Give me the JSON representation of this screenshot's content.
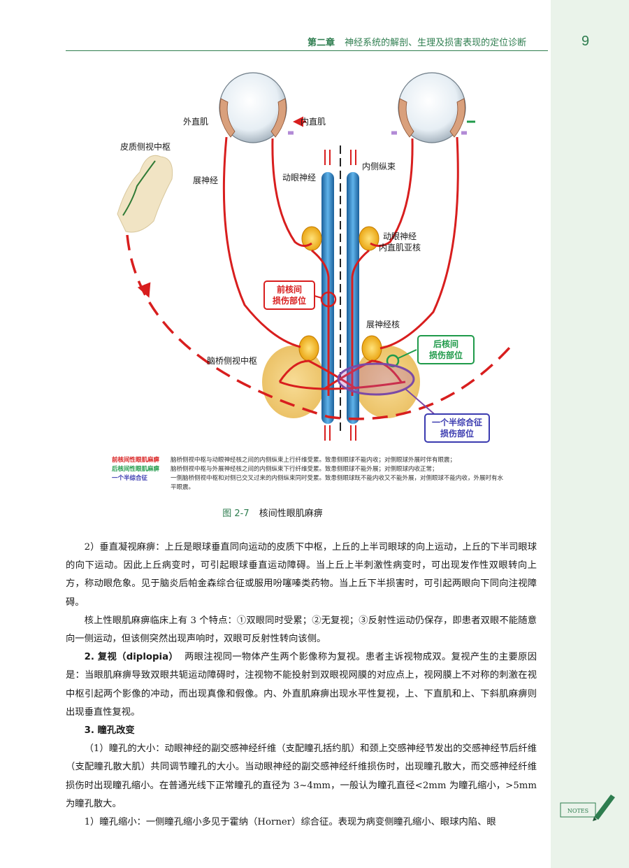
{
  "header": {
    "chapter": "第二章",
    "title": "神经系统的解剖、生理及损害表现的定位诊断",
    "page_number": "9"
  },
  "figure": {
    "labels": {
      "lateral_rectus": "外直肌",
      "medial_rectus": "内直肌",
      "cortical_gaze_center": "皮质侧视中枢",
      "abducens_nerve": "展神经",
      "oculomotor_nerve": "动眼神经",
      "mlf": "内侧纵束",
      "oculomotor_subnucleus_line1": "动眼神经",
      "oculomotor_subnucleus_line2": "内直肌亚核",
      "anterior_lesion_line1": "前核间",
      "anterior_lesion_line2": "损伤部位",
      "abducens_nucleus": "展神经核",
      "posterior_lesion_line1": "后核间",
      "posterior_lesion_line2": "损伤部位",
      "pontine_gaze_center": "脑桥侧视中枢",
      "one_and_half_line1": "一个半综合征",
      "one_and_half_line2": "损伤部位"
    },
    "colors": {
      "nerve": "#d81e1e",
      "mlf": "#2a86c8",
      "nucleus": "#f0b400",
      "pons": "#f3cf7c",
      "posterior_lesion": "#1f9a4a",
      "one_and_half": "#7b4aa6"
    }
  },
  "legend": [
    {
      "key": "前核间性眼肌麻痹",
      "color": "#d81e1e",
      "desc": "脑桥侧视中枢与动眼神经核之间的内侧纵束上行纤维受累。致患侧眼球不能内收；对侧眼球外展时伴有眼震；"
    },
    {
      "key": "后核间性眼肌麻痹",
      "color": "#1f9a4a",
      "desc": "脑桥侧视中枢与外展神经核之间的内侧纵束下行纤维受累。致患侧眼球不能外展；对侧眼球内收正常；"
    },
    {
      "key": "一个半综合征",
      "color": "#3b3bb0",
      "desc": "一侧脑桥侧视中枢和对侧已交叉过来的内侧纵束同时受累。致患侧眼球既不能内收又不能外展，对侧眼球不能内收，外展时有水平眼震。"
    }
  ],
  "caption": {
    "figure_number": "图 2-7",
    "title": "核间性眼肌麻痹"
  },
  "body": {
    "p1": "2）垂直凝视麻痹：上丘是眼球垂直同向运动的皮质下中枢，上丘的上半司眼球的向上运动，上丘的下半司眼球的向下运动。因此上丘病变时，可引起眼球垂直运动障碍。当上丘上半刺激性病变时，可出现发作性双眼转向上方，称动眼危象。见于脑炎后帕金森综合征或服用吩噻嗪类药物。当上丘下半损害时，可引起两眼向下同向注视障碍。",
    "p2": "核上性眼肌麻痹临床上有 3 个特点：①双眼同时受累；②无复视；③反射性运动仍保存，即患者双眼不能随意向一侧运动，但该侧突然出现声响时，双眼可反射性转向该侧。",
    "p3_head": "2. 复视（diplopia）",
    "p3": "两眼注视同一物体产生两个影像称为复视。患者主诉视物成双。复视产生的主要原因是：当眼肌麻痹导致双眼共轭运动障碍时，注视物不能投射到双眼视网膜的对应点上，视网膜上不对称的刺激在视中枢引起两个影像的冲动，而出现真像和假像。内、外直肌麻痹出现水平性复视，上、下直肌和上、下斜肌麻痹则出现垂直性复视。",
    "s3": "3. 瞳孔改变",
    "p4": "（1）瞳孔的大小：动眼神经的副交感神经纤维（支配瞳孔括约肌）和颈上交感神经节发出的交感神经节后纤维（支配瞳孔散大肌）共同调节瞳孔的大小。当动眼神经的副交感神经纤维损伤时，出现瞳孔散大，而交感神经纤维损伤时出现瞳孔缩小。在普通光线下正常瞳孔的直径为 3~4mm，一般认为瞳孔直径<2mm 为瞳孔缩小，>5mm 为瞳孔散大。",
    "p5": "1）瞳孔缩小：一侧瞳孔缩小多见于霍纳（Horner）综合征。表现为病变侧瞳孔缩小、眼球内陷、眼"
  },
  "sidebar": {
    "badge_text": "NOTES",
    "badge_icon": "pen-icon"
  }
}
